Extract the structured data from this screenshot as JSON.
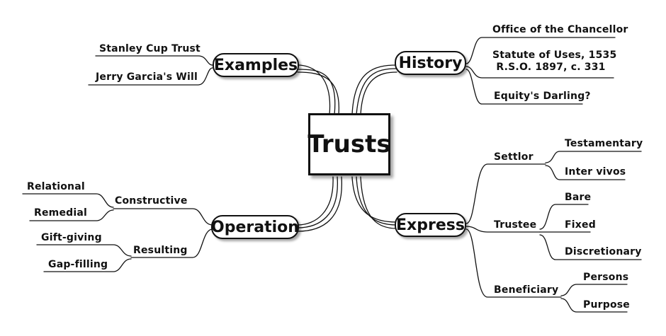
{
  "central": "Trusts",
  "branches": {
    "examples": {
      "label": "Examples",
      "items": [
        "Stanley Cup Trust",
        "Jerry Garcia's Will"
      ]
    },
    "history": {
      "label": "History",
      "items": [
        "Office of the Chancellor",
        "Statute of Uses, 1535",
        "R.S.O. 1897, c. 331",
        "Equity's Darling?"
      ]
    },
    "express": {
      "label": "Express",
      "settlor": {
        "label": "Settlor",
        "items": [
          "Testamentary",
          "Inter vivos"
        ]
      },
      "trustee": {
        "label": "Trustee",
        "items": [
          "Bare",
          "Fixed",
          "Discretionary"
        ]
      },
      "beneficiary": {
        "label": "Beneficiary",
        "items": [
          "Persons",
          "Purpose"
        ]
      }
    },
    "operation": {
      "label": "Operation",
      "constructive": {
        "label": "Constructive",
        "items": [
          "Relational",
          "Remedial"
        ]
      },
      "resulting": {
        "label": "Resulting",
        "items": [
          "Gift-giving",
          "Gap-filling"
        ]
      }
    }
  },
  "colors": {
    "line": "#111111",
    "shadow": "#9a9a9a"
  }
}
